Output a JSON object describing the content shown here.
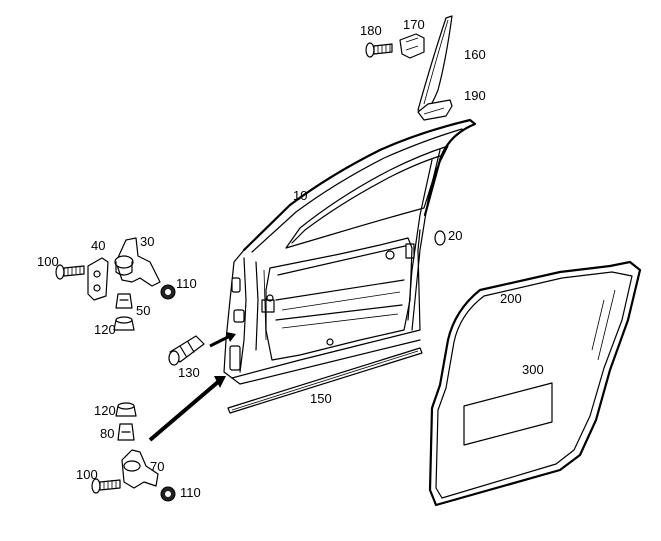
{
  "labels": {
    "p10": "10",
    "p20": "20",
    "p30": "30",
    "p40": "40",
    "p50": "50",
    "p70": "70",
    "p80": "80",
    "p100_top": "100",
    "p100_bottom": "100",
    "p110_top": "110",
    "p110_bottom": "110",
    "p120_top": "120",
    "p120_bottom": "120",
    "p130": "130",
    "p150": "150",
    "p160": "160",
    "p170": "170",
    "p180": "180",
    "p190": "190",
    "p200": "200",
    "p300": "300"
  }
}
